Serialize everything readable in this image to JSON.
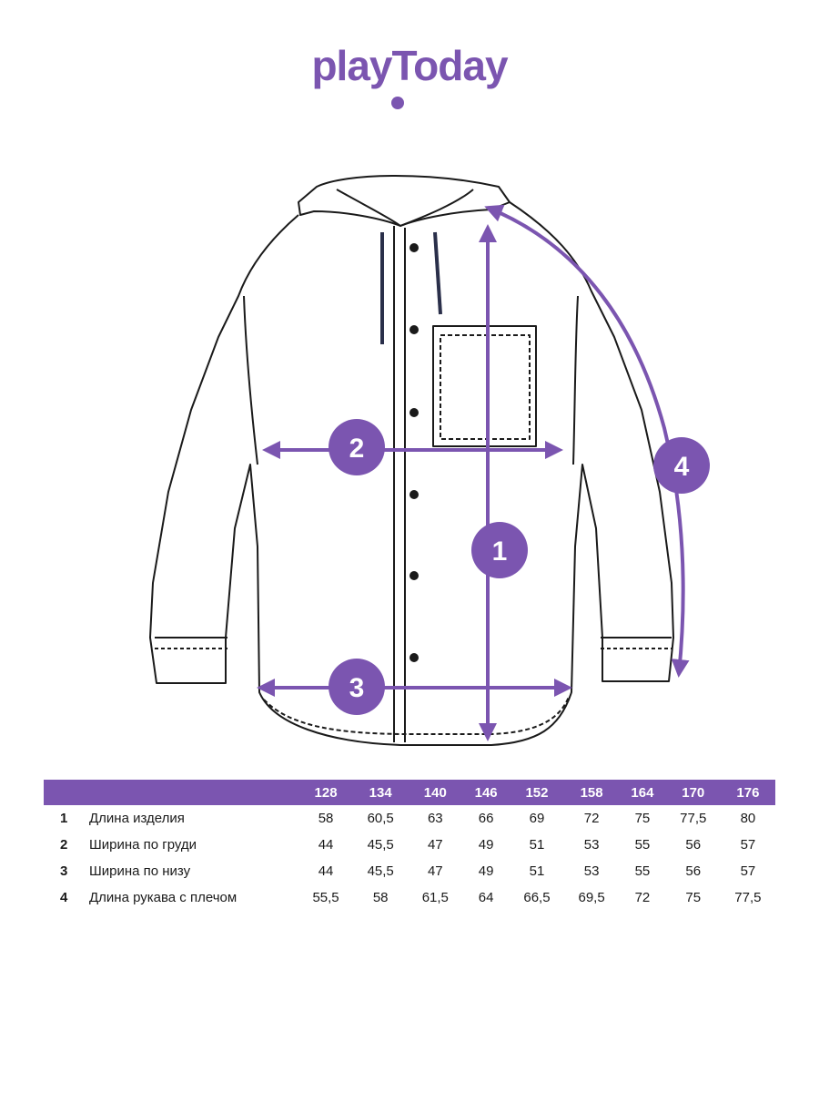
{
  "brand": {
    "logo_text": "playToday",
    "accent_color": "#7b55b0"
  },
  "markers": [
    {
      "number": "1"
    },
    {
      "number": "2"
    },
    {
      "number": "3"
    },
    {
      "number": "4"
    }
  ],
  "table": {
    "sizes": [
      "128",
      "134",
      "140",
      "146",
      "152",
      "158",
      "164",
      "170",
      "176"
    ],
    "rows": [
      {
        "num": "1",
        "label": "Длина изделия",
        "values": [
          "58",
          "60,5",
          "63",
          "66",
          "69",
          "72",
          "75",
          "77,5",
          "80"
        ]
      },
      {
        "num": "2",
        "label": "Ширина по груди",
        "values": [
          "44",
          "45,5",
          "47",
          "49",
          "51",
          "53",
          "55",
          "56",
          "57"
        ]
      },
      {
        "num": "3",
        "label": "Ширина по низу",
        "values": [
          "44",
          "45,5",
          "47",
          "49",
          "51",
          "53",
          "55",
          "56",
          "57"
        ]
      },
      {
        "num": "4",
        "label": "Длина рукава с плечом",
        "values": [
          "55,5",
          "58",
          "61,5",
          "64",
          "66,5",
          "69,5",
          "72",
          "75",
          "77,5"
        ]
      }
    ]
  }
}
